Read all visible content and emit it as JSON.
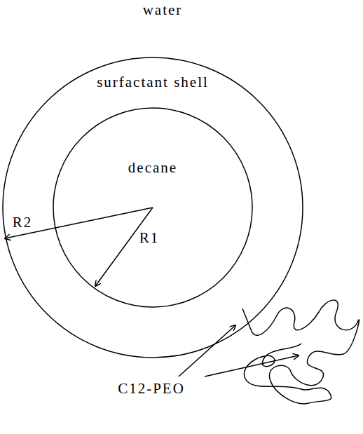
{
  "diagram": {
    "nodes": [
      {
        "text": [
          "surfactant shell"
        ]
      },
      {
        "text": [
          "decane"
        ],
        "in": 0
      }
    ],
    "labels": [
      "water",
      "R2",
      "R1",
      "C12-PEO"
    ]
  }
}
